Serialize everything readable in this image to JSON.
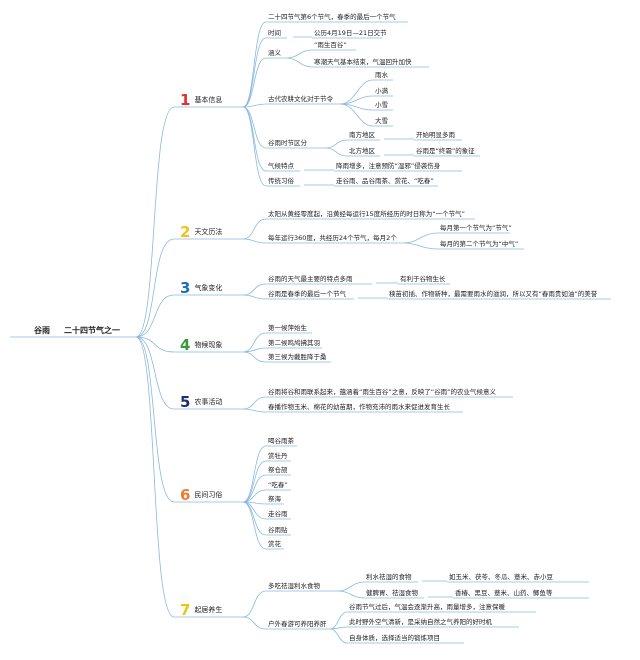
{
  "root": {
    "title": "谷雨",
    "subtitle": "二十四节气之一"
  },
  "colors": {
    "line": "#8ab8e0",
    "n1": "#e0312f",
    "n2": "#f0c419",
    "n3": "#1f6fb5",
    "n4": "#3a9a3a",
    "n5": "#1a2f6e",
    "n6": "#ee7d2f",
    "n7": "#f0c419"
  },
  "branches": [
    {
      "num": "1",
      "label": "基本信息"
    },
    {
      "num": "2",
      "label": "天文历法"
    },
    {
      "num": "3",
      "label": "气象变化"
    },
    {
      "num": "4",
      "label": "物候现象"
    },
    {
      "num": "5",
      "label": "农事活动"
    },
    {
      "num": "6",
      "label": "民间习俗"
    },
    {
      "num": "7",
      "label": "起居养生"
    }
  ],
  "b1": {
    "fact": "二十四节气第6个节气，春季的最后一个节气",
    "time_label": "时间",
    "time_value": "公历4月19日—21日交节",
    "meaning_label": "涵义",
    "meaning_1": "“雨生百谷”",
    "meaning_2": "寒潮天气基本结束，气温回升加快",
    "culture_label": "古代农耕文化对于节令",
    "culture_items": [
      "雨水",
      "小满",
      "小雪",
      "大雪"
    ],
    "region_label": "谷雨时节区分",
    "south_label": "南方地区",
    "south_value": "开始明显多雨",
    "north_label": "北方地区",
    "north_value": "谷雨是“终霜”的象征",
    "climate_label": "气候特点",
    "climate_value": "降雨增多，注意预防“湿邪”侵袭伤身",
    "custom_label": "传统习俗",
    "custom_value": "走谷雨、品谷雨茶、赏花、“吃春”"
  },
  "b2": {
    "line1": "太阳从黄经零度起，沿黄经每运行15度所经历的时日称为“一个节气”",
    "line2": "每年运行360度，共经历24个节气，每月2个",
    "sub1": "每月第一个节气为“节气”",
    "sub2": "每月的第二个节气为“中气”"
  },
  "b3": {
    "line1": "谷雨的天气最主要的特点多雨",
    "line1_value": "有利于谷物生长",
    "line2": "谷雨是春季的最后一个节气",
    "line2_value": "秧苗初插、作物新种，最需要雨水的滋润，所以又有“春雨贵如油”的美誉"
  },
  "b4": {
    "items": [
      "第一候萍始生",
      "第二候鸣鸠拂其羽",
      "第三候为戴胜降于桑"
    ]
  },
  "b5": {
    "line1": "谷雨将谷和雨联系起来，蕴涵着“雨生百谷”之意，反映了“谷雨”的农业气候意义",
    "line2": "春播作物玉米、棉花的幼苗期，作物充沛的雨水来促进发育生长"
  },
  "b6": {
    "items": [
      "喝谷雨茶",
      "赏牡丹",
      "祭仓颉",
      "“吃春”",
      "祭海",
      "走谷雨",
      "谷雨贴",
      "赏花"
    ]
  },
  "b7": {
    "food_label": "多吃祛湿利水食物",
    "food1_label": "利水祛湿的食物",
    "food1_value": "如玉米、茯苓、冬瓜、薏米、赤小豆",
    "food2_label": "健脾胃、祛湿食物",
    "food2_value": "香椿、黑豆、薏米、山药、鲫鱼等",
    "outdoor_label": "户外春游可养阳养肝",
    "outdoor_items": [
      "谷雨节气过后，气温会逐渐升高，雨量增多，注意保暖",
      "此时野外空气清新，是采纳自然之气养阳的好时机",
      "自身体质，选择适当的锻炼项目"
    ]
  }
}
